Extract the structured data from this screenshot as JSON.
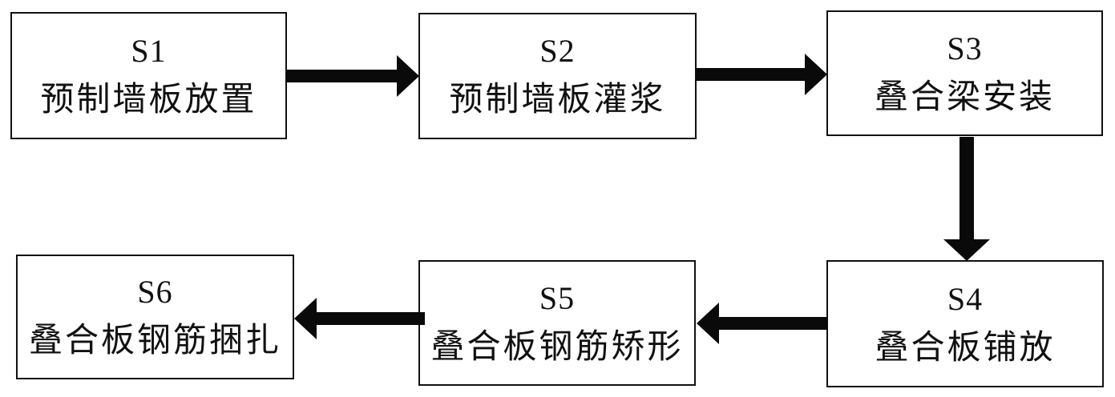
{
  "diagram": {
    "type": "flowchart",
    "description": "Six-step prefabricated construction process flow",
    "colors": {
      "background": "#ffffff",
      "box_border": "#111111",
      "arrow": "#0a0a0a",
      "text": "#111111"
    },
    "nodes": [
      {
        "id": "s1",
        "step": "S1",
        "label": "预制墙板放置"
      },
      {
        "id": "s2",
        "step": "S2",
        "label": "预制墙板灌浆"
      },
      {
        "id": "s3",
        "step": "S3",
        "label": "叠合梁安装"
      },
      {
        "id": "s4",
        "step": "S4",
        "label": "叠合板铺放"
      },
      {
        "id": "s5",
        "step": "S5",
        "label": "叠合板钢筋矫形"
      },
      {
        "id": "s6",
        "step": "S6",
        "label": "叠合板钢筋捆扎"
      }
    ],
    "edges": [
      {
        "from": "s1",
        "to": "s2",
        "direction": "right"
      },
      {
        "from": "s2",
        "to": "s3",
        "direction": "right"
      },
      {
        "from": "s3",
        "to": "s4",
        "direction": "down"
      },
      {
        "from": "s4",
        "to": "s5",
        "direction": "left"
      },
      {
        "from": "s5",
        "to": "s6",
        "direction": "left"
      }
    ]
  }
}
